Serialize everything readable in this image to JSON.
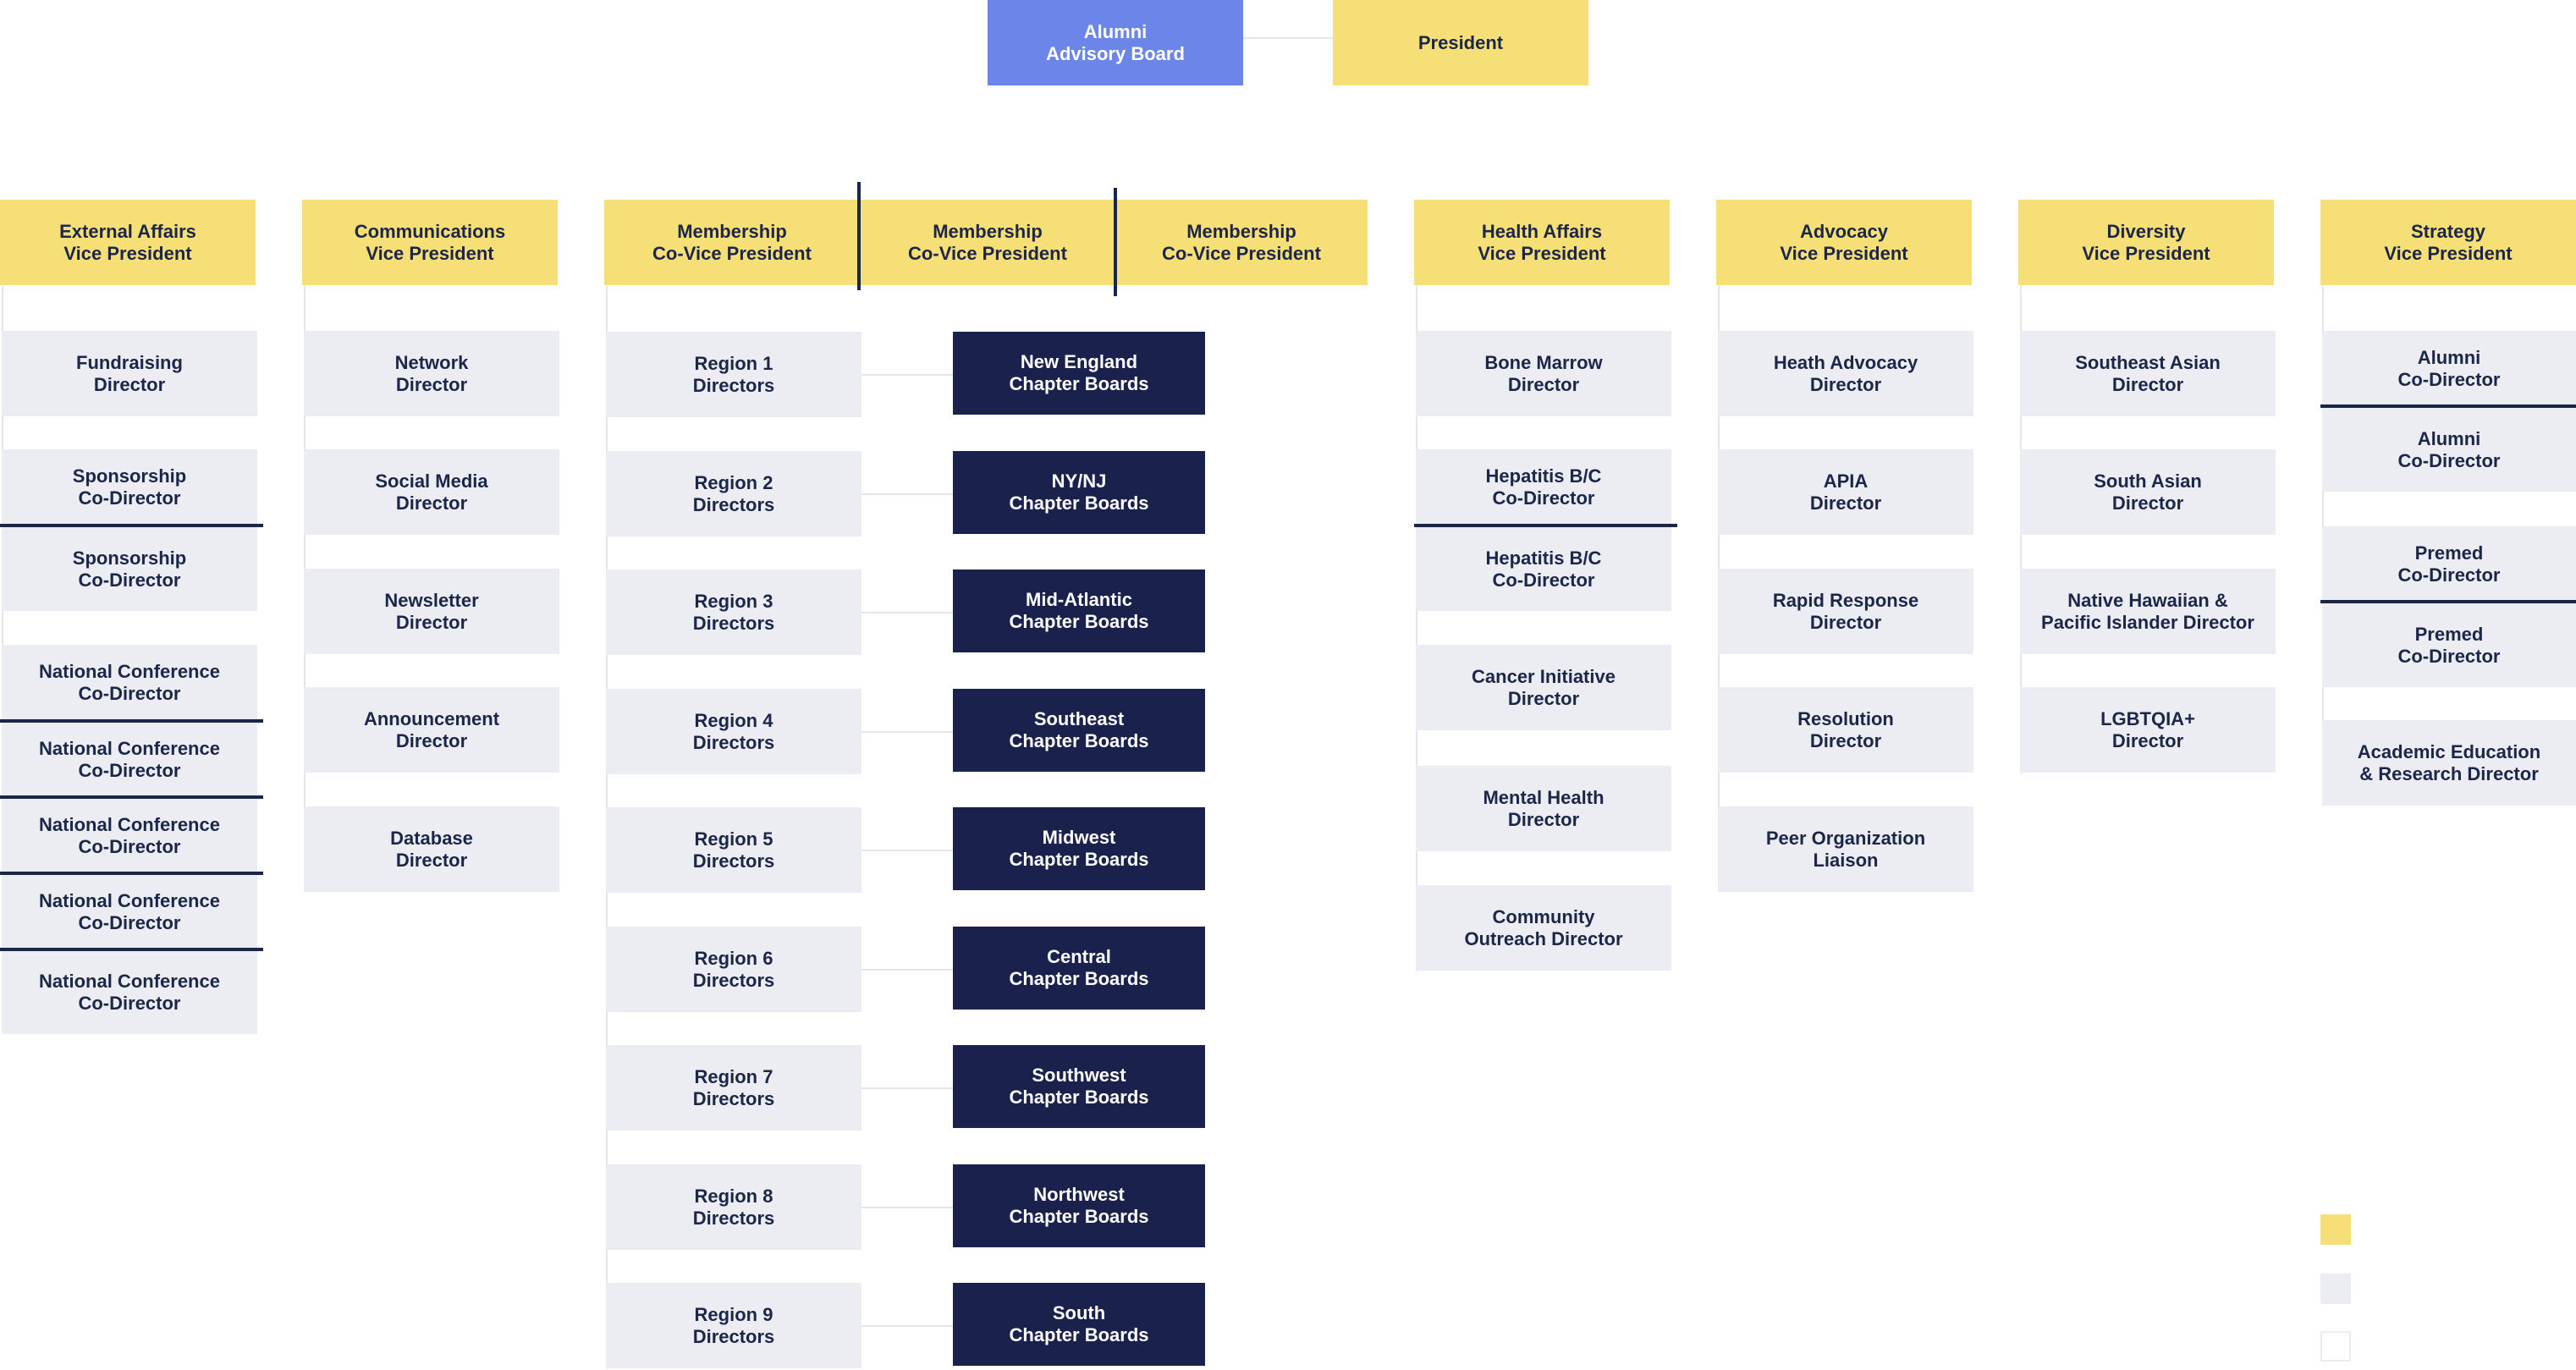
{
  "colors": {
    "leadership": "#f6df76",
    "advisory": "#6b86e8",
    "director": "#ecedf3",
    "chapter": "#19214c",
    "text_dark": "#1c2649"
  },
  "top": {
    "advisory_board": "Alumni\nAdvisory Board",
    "president": "President"
  },
  "vps": {
    "external": "External Affairs\nVice President",
    "communications": "Communications\nVice President",
    "membership_1": "Membership\nCo-Vice President",
    "membership_2": "Membership\nCo-Vice President",
    "membership_3": "Membership\nCo-Vice President",
    "health": "Health Affairs\nVice President",
    "advocacy": "Advocacy\nVice President",
    "diversity": "Diversity\nVice President",
    "strategy": "Strategy\nVice President"
  },
  "external": [
    "Fundraising\nDirector",
    "Sponsorship\nCo-Director",
    "Sponsorship\nCo-Director",
    "National Conference\nCo-Director",
    "National Conference\nCo-Director",
    "National Conference\nCo-Director",
    "National Conference\nCo-Director",
    "National Conference\nCo-Director"
  ],
  "communications": [
    "Network\nDirector",
    "Social Media\nDirector",
    "Newsletter\nDirector",
    "Announcement\nDirector",
    "Database\nDirector"
  ],
  "regions": [
    "Region 1\nDirectors",
    "Region 2\nDirectors",
    "Region 3\nDirectors",
    "Region 4\nDirectors",
    "Region 5\nDirectors",
    "Region 6\nDirectors",
    "Region 7\nDirectors",
    "Region 8\nDirectors",
    "Region 9\nDirectors"
  ],
  "chapters": [
    "New England\nChapter Boards",
    "NY/NJ\nChapter Boards",
    "Mid-Atlantic\nChapter Boards",
    "Southeast\nChapter Boards",
    "Midwest\nChapter Boards",
    "Central\nChapter Boards",
    "Southwest\nChapter Boards",
    "Northwest\nChapter Boards",
    "South\nChapter Boards"
  ],
  "health": [
    "Bone Marrow\nDirector",
    "Hepatitis B/C\nCo-Director",
    "Hepatitis B/C\nCo-Director",
    "Cancer Initiative\nDirector",
    "Mental Health\nDirector",
    "Community\nOutreach Director"
  ],
  "advocacy": [
    "Heath Advocacy\nDirector",
    "APIA\nDirector",
    "Rapid Response\nDirector",
    "Resolution\nDirector",
    "Peer Organization\nLiaison"
  ],
  "diversity": [
    "Southeast Asian\nDirector",
    "South Asian\nDirector",
    "Native Hawaiian &\nPacific Islander Director",
    "LGBTQIA+\nDirector"
  ],
  "strategy": [
    "Alumni\nCo-Director",
    "Alumni\nCo-Director",
    "Premed\nCo-Director",
    "Premed\nCo-Director",
    "Academic Education\n& Research Director"
  ],
  "legend": [
    "leadership-swatch",
    "director-swatch",
    "other-swatch"
  ]
}
